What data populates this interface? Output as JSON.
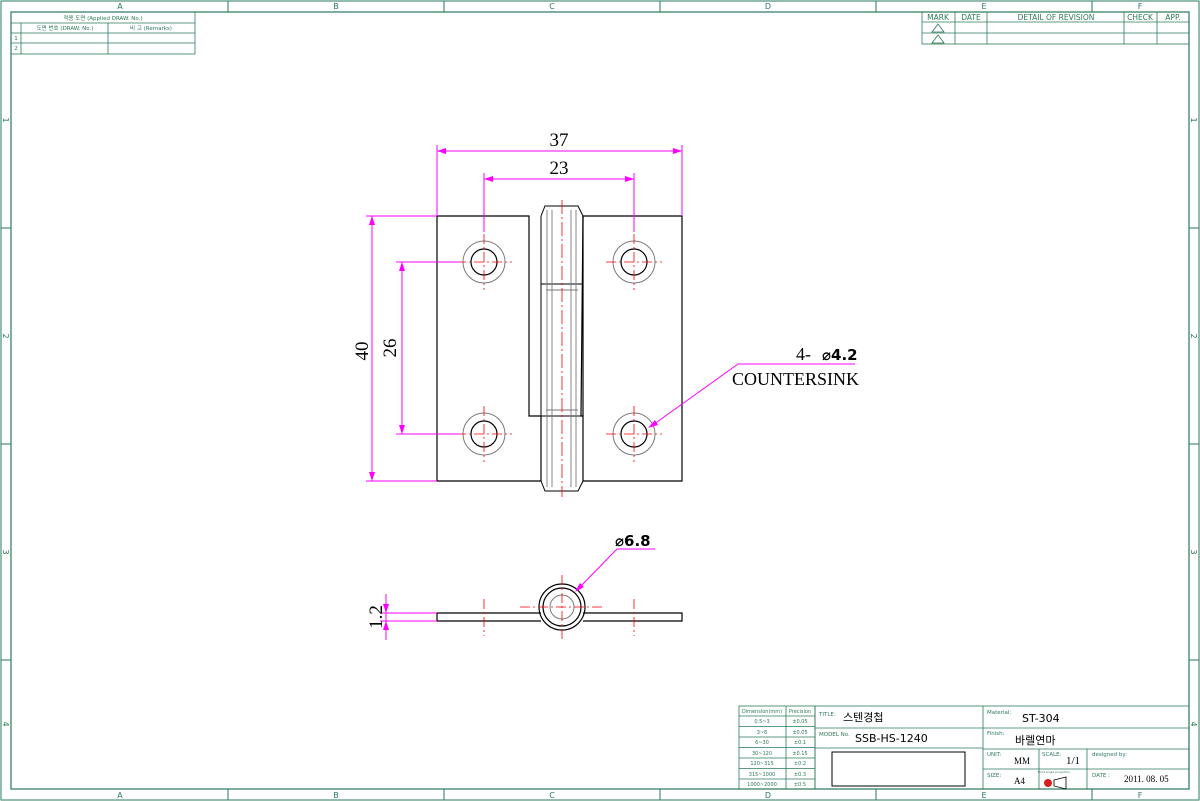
{
  "zones": {
    "columns": [
      "A",
      "B",
      "C",
      "D",
      "E",
      "F"
    ],
    "rows": [
      "1",
      "2",
      "3",
      "4"
    ]
  },
  "applied_table": {
    "header": "적용 도면 (Applied DRAW. No.)",
    "col_draw_no": "도면 번호 (DRAW. No.)",
    "col_remarks": "비 고 (Remarks)",
    "rows": [
      "1",
      "2"
    ]
  },
  "revision_table": {
    "mark": "MARK",
    "date": "DATE",
    "detail": "DETAIL OF REVISION",
    "check": "CHECK",
    "app": "APP."
  },
  "drawing": {
    "dim_width_outer": "37",
    "dim_width_inner": "23",
    "dim_height_outer": "40",
    "dim_height_inner": "26",
    "hole_callout_qty": "4-",
    "hole_callout_dia": "⌀4.2",
    "hole_callout_note": "COUNTERSINK",
    "knuckle_dia": "⌀6.8",
    "thickness": "1.2"
  },
  "tolerance_table": {
    "col_dimension": "Dimension(mm)",
    "col_precision": "Precision",
    "rows": [
      {
        "range": "0.5~3",
        "tol": "±0.05"
      },
      {
        "range": "3~6",
        "tol": "±0.05"
      },
      {
        "range": "6~30",
        "tol": "±0.1"
      },
      {
        "range": "30~120",
        "tol": "±0.15"
      },
      {
        "range": "120~315",
        "tol": "±0.2"
      },
      {
        "range": "315~1000",
        "tol": "±0.3"
      },
      {
        "range": "1000~2000",
        "tol": "±0.5"
      }
    ]
  },
  "title_block": {
    "title_label": "TITLE:",
    "title_value": "스텐경첩",
    "model_label": "MODEL No.",
    "model_value": "SSB-HS-1240",
    "material_label": "Material:",
    "material_value": "ST-304",
    "finish_label": "Finish:",
    "finish_value": "바렐연마",
    "unit_label": "UNIT:",
    "unit_value": "MM",
    "scale_label": "SCALE:",
    "scale_value": "1/1",
    "designed_label": "designed by:",
    "size_label": "SIZE:",
    "size_value": "A4",
    "projection_label": "third angle projection",
    "date_label": "DATE :",
    "date_value": "2011. 08. 05"
  },
  "colors": {
    "frame": "#2a7a58",
    "dimension": "#ff00ff",
    "centerline": "#ff0000",
    "part": "#000000",
    "hidden": "#7a7a7a"
  }
}
